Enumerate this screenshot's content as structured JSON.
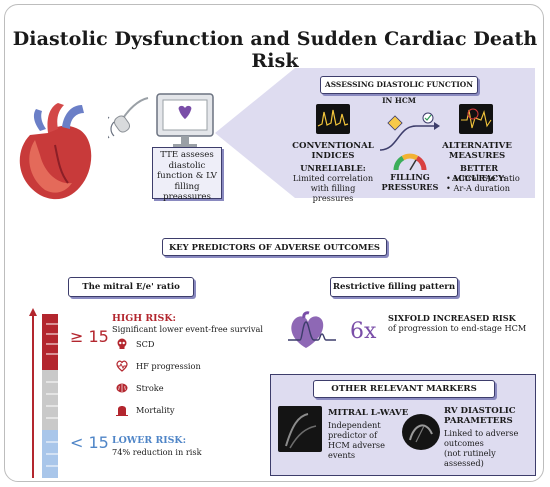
{
  "title": "Diastolic Dysfunction and Sudden Cardiac Death Risk",
  "tte_caption": "TTE asseses diastolic function & LV filling preassures",
  "assessing": {
    "header": "ASSESSING DIASTOLIC FUNCTION IN HCM",
    "conventional": {
      "title": "CONVENTIONAL INDICES",
      "lead": "UNRELIABLE:",
      "text": "Limited correlation with filling pressures"
    },
    "filling": "FILLING PRESSURES",
    "alternative": {
      "title": "ALTERNATIVE MEASURES",
      "lead": "BETTER ACCURACY:",
      "items": [
        "Mitral E/e' ratio",
        "Ar-A duration"
      ]
    }
  },
  "predictors_header": "KEY PREDICTORS OF ADVERSE OUTCOMES",
  "mitral": {
    "header": "The mitral E/e' ratio",
    "high_value": "≥ 15",
    "high_title": "HIGH RISK:",
    "high_text": "Significant lower event-free survival",
    "outcomes": [
      "SCD",
      "HF progression",
      "Stroke",
      "Mortality"
    ],
    "low_value": "< 15",
    "low_title": "LOWER RISK:",
    "low_text": "74% reduction in risk"
  },
  "restrictive": {
    "header": "Restrictive filling pattern",
    "multiplier": "6x",
    "bold_text": "SIXFOLD INCREASED RISK",
    "text": "of progression to end-stage HCM"
  },
  "other": {
    "header": "OTHER RELEVANT MARKERS",
    "lwave_title": "MITRAL L-WAVE",
    "lwave_text": "Independent predictor of HCM adverse events",
    "rv_title": "RV DIASTOLIC PARAMETERS",
    "rv_text1": "Linked to adverse outcomes",
    "rv_text2": "(not rutinely assessed)"
  },
  "colors": {
    "accent": "#3d3d6b",
    "panel": "#dedcf0",
    "high_risk": "#b3262e",
    "low_risk": "#4f85c7"
  }
}
